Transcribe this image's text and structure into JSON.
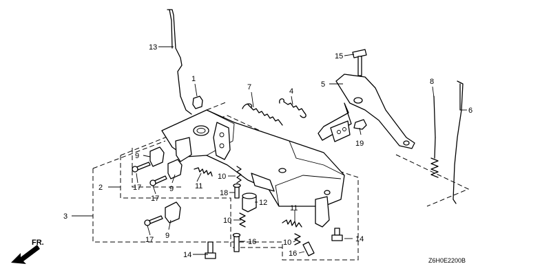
{
  "diagram_code": "Z6H0E2200B",
  "direction_label": "FR.",
  "callouts": [
    {
      "id": "c1",
      "text": "1"
    },
    {
      "id": "c2",
      "text": "2"
    },
    {
      "id": "c3",
      "text": "3"
    },
    {
      "id": "c4",
      "text": "4"
    },
    {
      "id": "c5",
      "text": "5"
    },
    {
      "id": "c6",
      "text": "6"
    },
    {
      "id": "c7",
      "text": "7"
    },
    {
      "id": "c8",
      "text": "8"
    },
    {
      "id": "c9a",
      "text": "9"
    },
    {
      "id": "c9b",
      "text": "9"
    },
    {
      "id": "c9c",
      "text": "9"
    },
    {
      "id": "c10a",
      "text": "10"
    },
    {
      "id": "c10b",
      "text": "10"
    },
    {
      "id": "c10c",
      "text": "10"
    },
    {
      "id": "c11a",
      "text": "11"
    },
    {
      "id": "c11b",
      "text": "11"
    },
    {
      "id": "c12",
      "text": "12"
    },
    {
      "id": "c13",
      "text": "13"
    },
    {
      "id": "c14a",
      "text": "14"
    },
    {
      "id": "c14b",
      "text": "14"
    },
    {
      "id": "c15",
      "text": "15"
    },
    {
      "id": "c16a",
      "text": "16"
    },
    {
      "id": "c16b",
      "text": "16"
    },
    {
      "id": "c17a",
      "text": "17"
    },
    {
      "id": "c17b",
      "text": "17"
    },
    {
      "id": "c17c",
      "text": "17"
    },
    {
      "id": "c18",
      "text": "18"
    },
    {
      "id": "c19",
      "text": "19"
    }
  ]
}
